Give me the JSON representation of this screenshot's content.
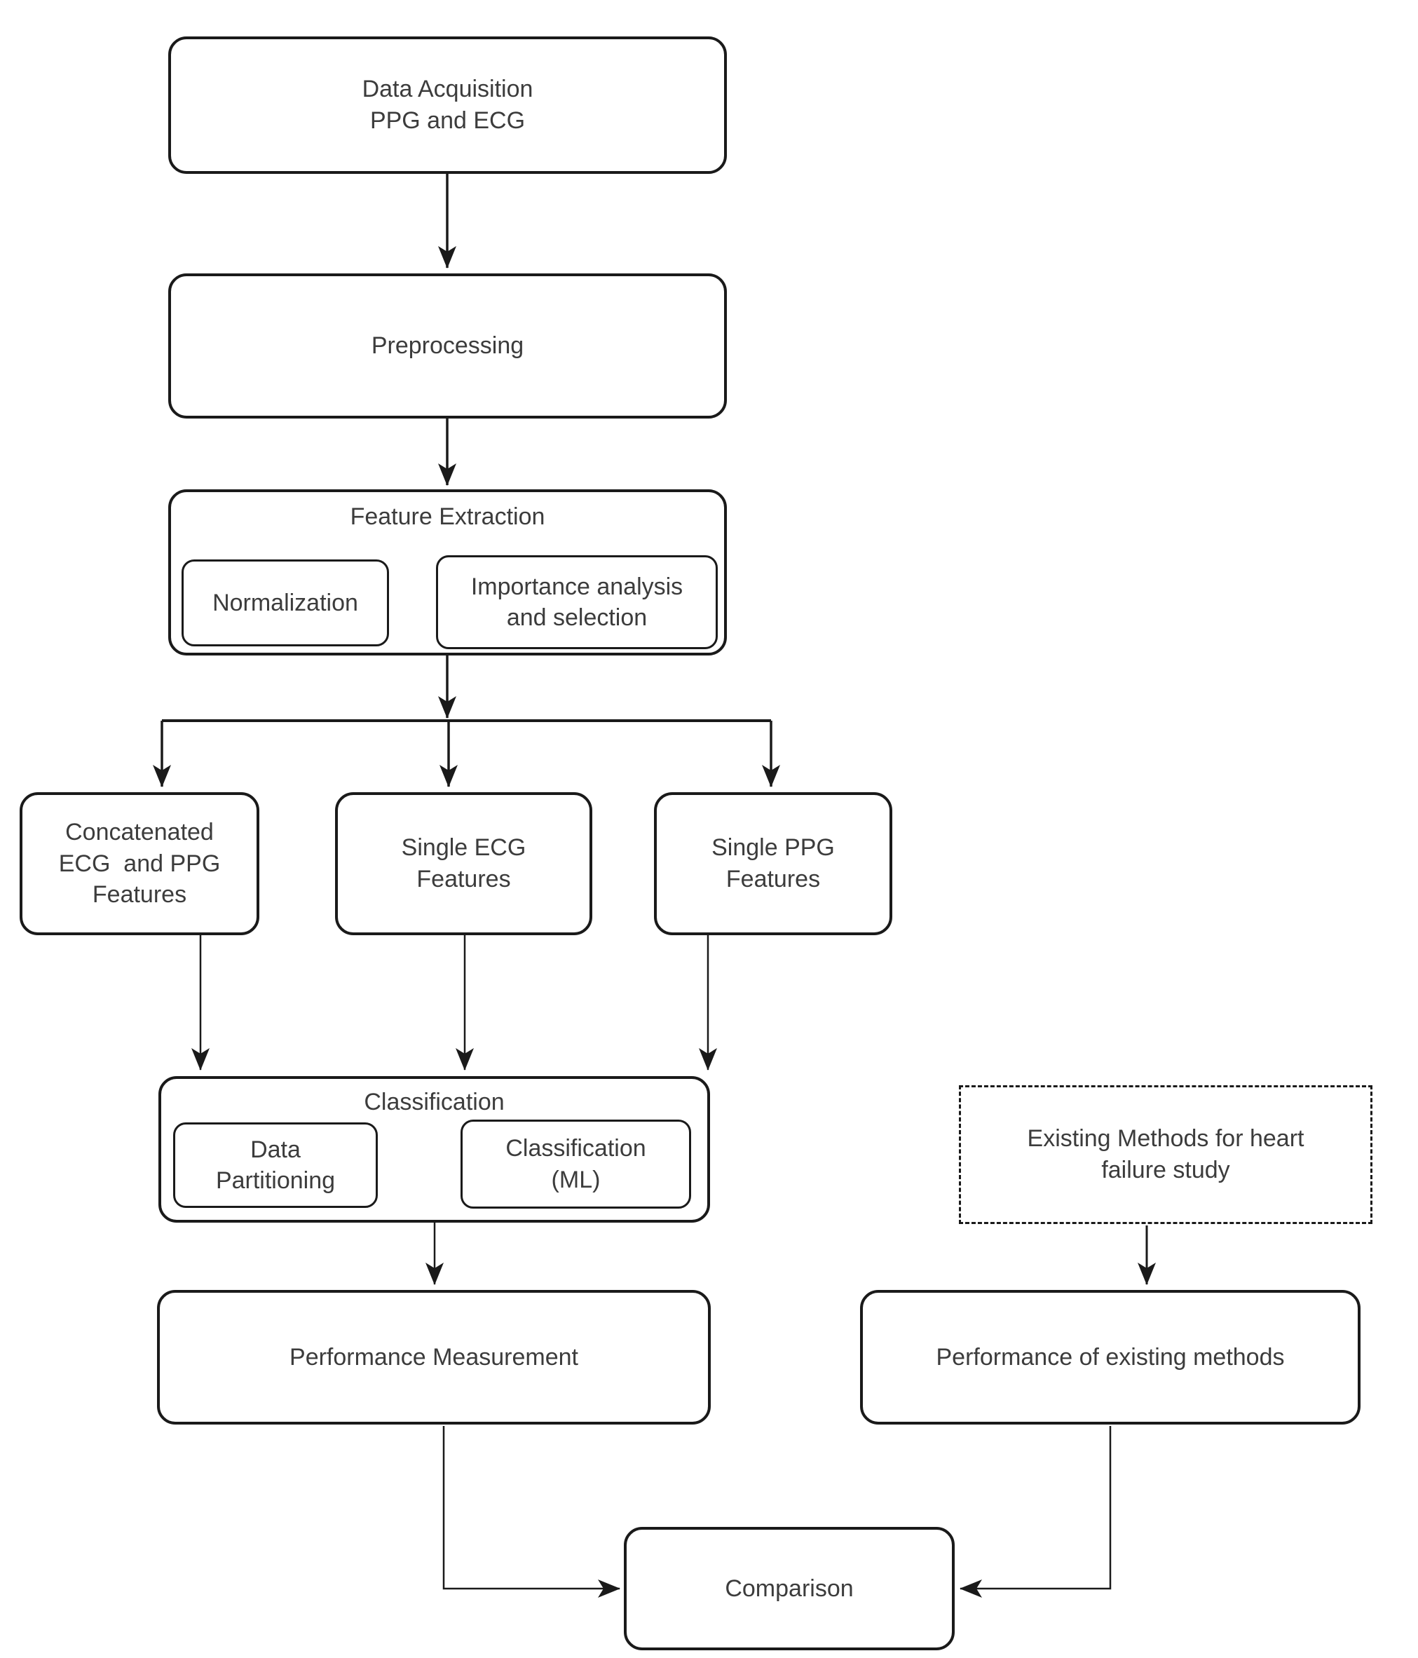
{
  "diagram": {
    "background_color": "#ffffff",
    "stroke_color": "#1a1a1a",
    "text_color": "#3c3c3c",
    "nodes": {
      "data_acquisition": "Data Acquisition\nPPG and ECG",
      "preprocessing": "Preprocessing",
      "feature_extraction_title": "Feature Extraction",
      "normalization": "Normalization",
      "importance_analysis": "Importance analysis\nand selection",
      "concatenated_features": "Concatenated\nECG  and PPG\nFeatures",
      "single_ecg_features": "Single ECG\nFeatures",
      "single_ppg_features": "Single PPG\nFeatures",
      "classification_title": "Classification",
      "data_partitioning": "Data\nPartitioning",
      "classification_ml": "Classification\n(ML)",
      "performance_measurement": "Performance Measurement",
      "existing_methods": "Existing Methods for heart\nfailure study",
      "performance_existing_methods": "Performance of existing methods",
      "comparison": "Comparison"
    }
  }
}
